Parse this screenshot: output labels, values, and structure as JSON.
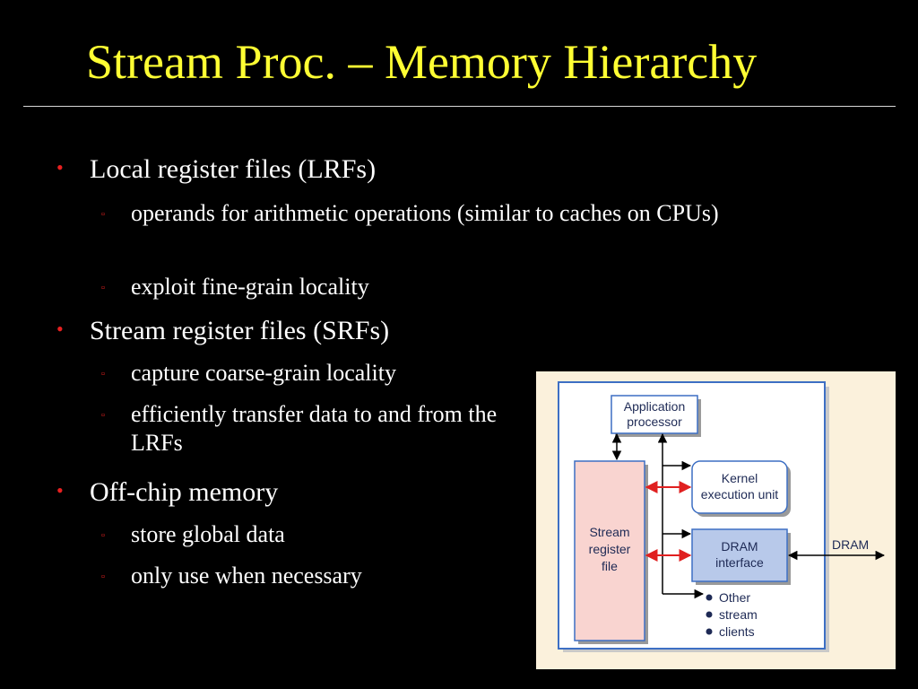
{
  "slide": {
    "title": "Stream Proc. – Memory Hierarchy",
    "bullets": [
      {
        "text": "Local register files (LRFs)",
        "subs": [
          "operands for arithmetic operations (similar to caches on CPUs)",
          "exploit fine-grain locality"
        ]
      },
      {
        "text": "Stream register files (SRFs)",
        "subs": [
          "capture coarse-grain locality",
          "efficiently transfer data to and from the LRFs"
        ]
      },
      {
        "text": "Off-chip memory",
        "subs": [
          "store global data",
          "only use when necessary"
        ]
      }
    ],
    "bullet_glyph": "•",
    "sub_bullet_glyph": "▫"
  },
  "diagram": {
    "application_processor": [
      "Application",
      "processor"
    ],
    "kernel_execution_unit": [
      "Kernel",
      "execution unit"
    ],
    "stream_register_file": [
      "Stream",
      "register",
      "file"
    ],
    "dram_interface": [
      "DRAM",
      "interface"
    ],
    "other_stream_clients": [
      "Other",
      "stream",
      "clients"
    ],
    "dram_label": "DRAM",
    "colors": {
      "background": "#fbf1dc",
      "outline": "#3d6fc4",
      "srf_fill": "#f9d4d0",
      "dram_fill": "#b8c9ea",
      "arrow_red": "#e02020"
    }
  }
}
